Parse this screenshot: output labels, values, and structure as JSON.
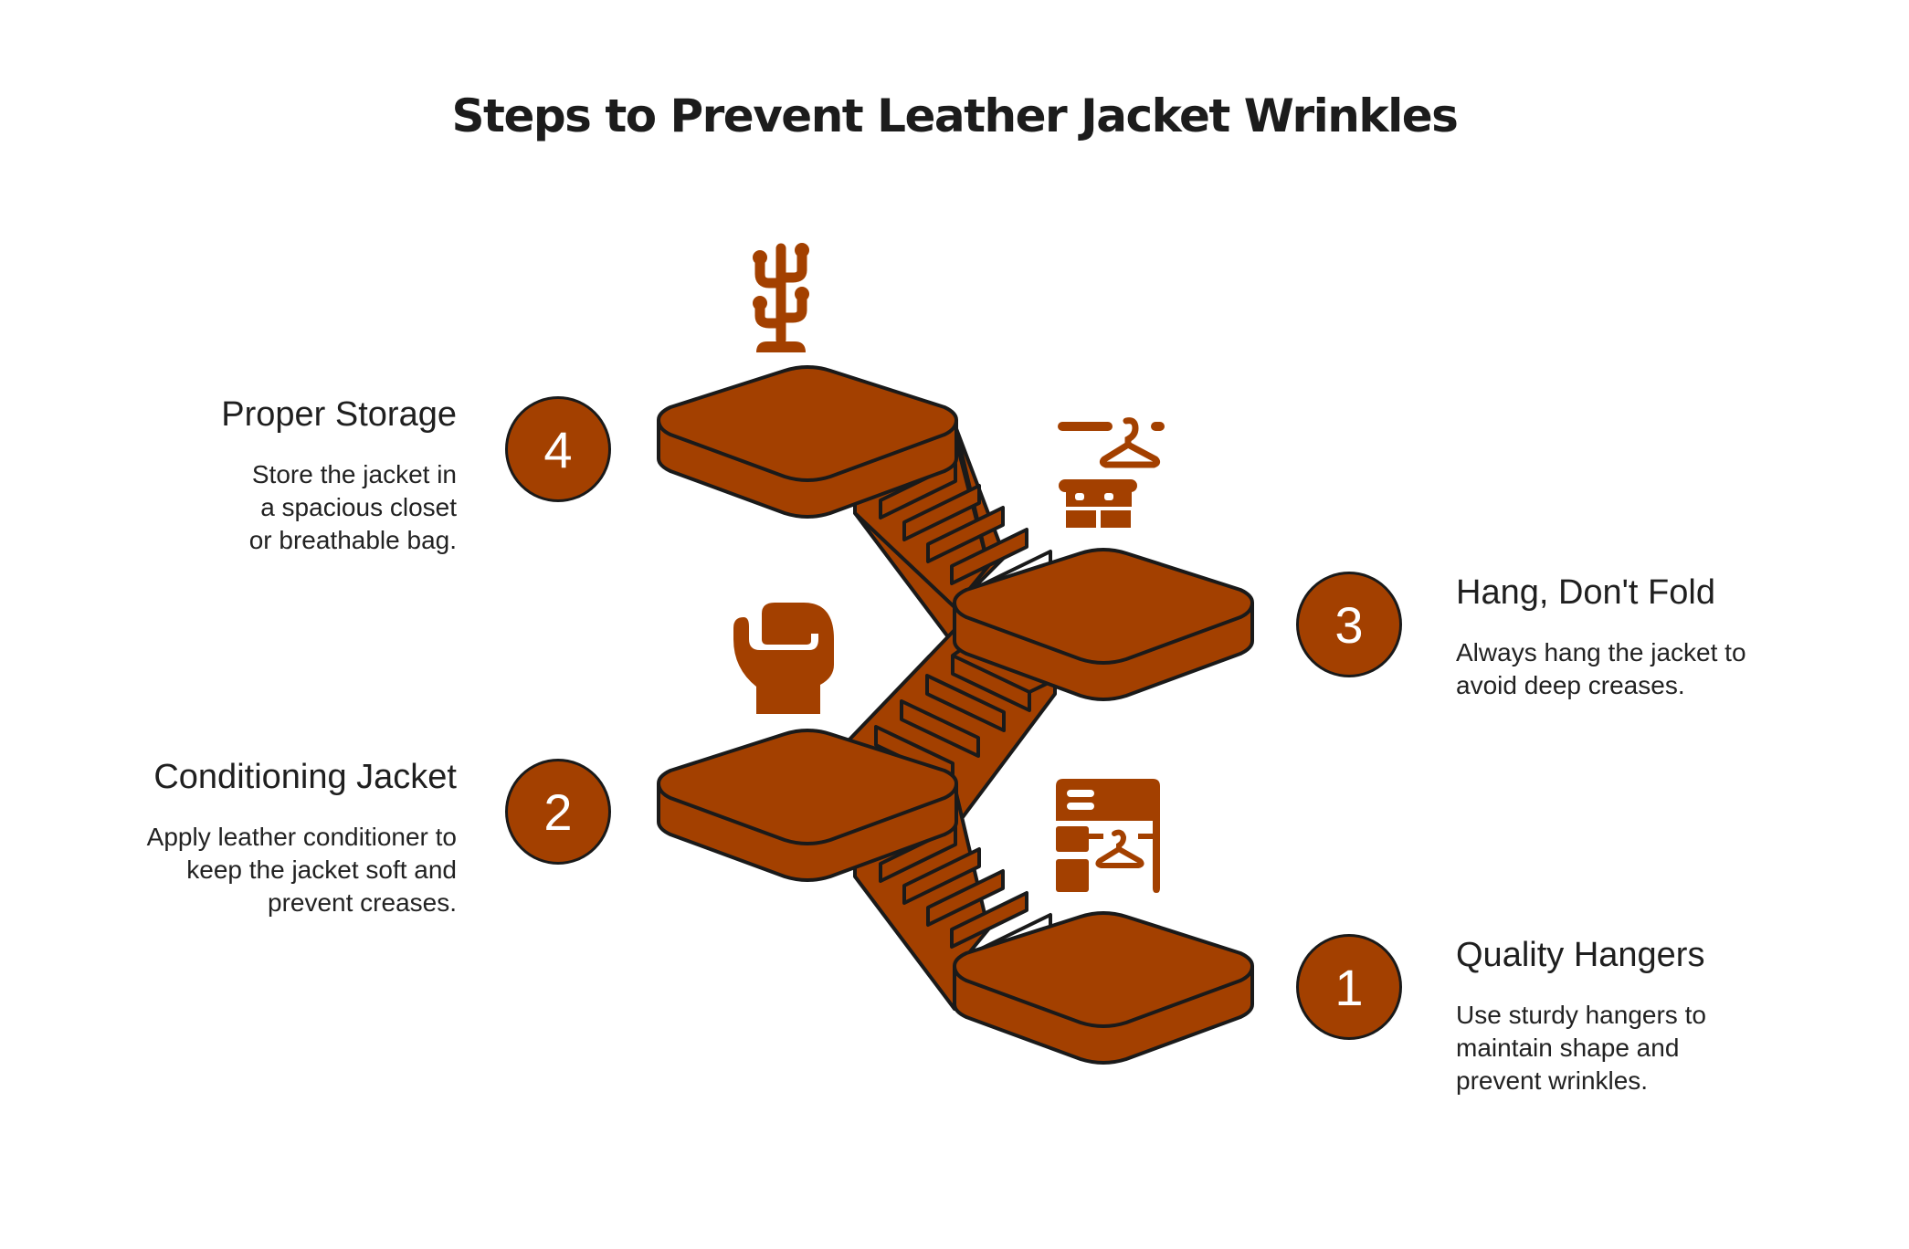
{
  "title": "Steps to Prevent Leather Jacket Wrinkles",
  "colors": {
    "accent": "#A34000",
    "outline": "#1a1a1a",
    "text": "#1f1f1f",
    "background": "#ffffff"
  },
  "steps": [
    {
      "number": "1",
      "heading": "Quality Hangers",
      "description": "Use sturdy hangers to maintain shape and prevent wrinkles.",
      "icon": "wardrobe-hanger-icon",
      "side": "right"
    },
    {
      "number": "2",
      "heading": "Conditioning Jacket",
      "description": "Apply leather conditioner to keep the jacket soft and prevent creases.",
      "icon": "glove-icon",
      "side": "left"
    },
    {
      "number": "3",
      "heading": "Hang, Don't Fold",
      "description": "Always hang the jacket to avoid deep creases.",
      "icon": "closet-hanger-icon",
      "side": "right"
    },
    {
      "number": "4",
      "heading": "Proper Storage",
      "description": "Store the jacket in a spacious closet or breathable bag.",
      "icon": "coat-rack-icon",
      "side": "left"
    }
  ]
}
